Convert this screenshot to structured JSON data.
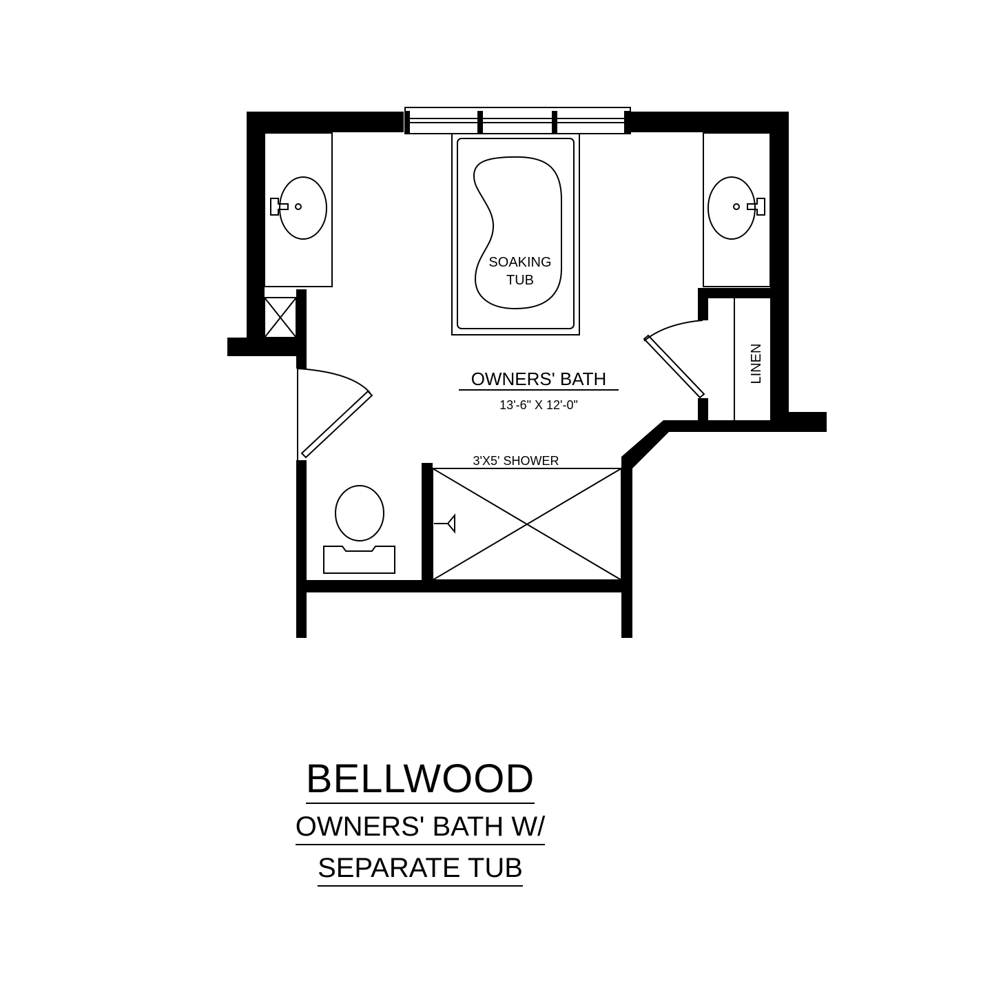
{
  "plan": {
    "room_name": "OWNERS' BATH",
    "room_dims": "13'-6\" X 12'-0\"",
    "tub_label_1": "SOAKING",
    "tub_label_2": "TUB",
    "shower_label": "3'X5' SHOWER",
    "linen_label": "LINEN"
  },
  "title": {
    "name": "BELLWOOD",
    "subtitle_line1": "OWNERS' BATH W/",
    "subtitle_line2": "SEPARATE TUB"
  },
  "colors": {
    "wall": "#000000",
    "line": "#000000",
    "background": "#ffffff"
  }
}
